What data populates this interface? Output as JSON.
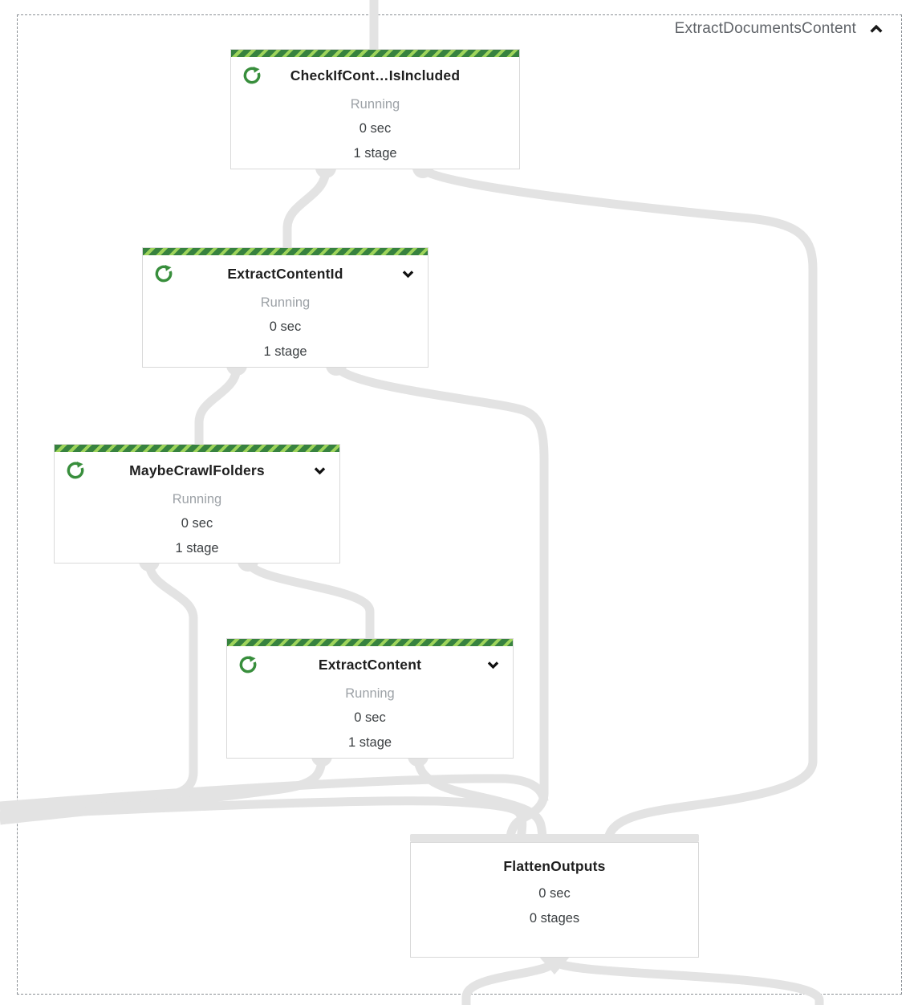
{
  "group": {
    "label": "ExtractDocumentsContent",
    "collapse_icon": "chevron-up-icon"
  },
  "palette": {
    "stripe_dark": "#37823f",
    "stripe_light": "#9ed45b",
    "spinner_green": "#388e3c",
    "edge_gray": "#e3e3e3",
    "node_border": "#d9d9d9",
    "status_gray": "#9da2a7",
    "text_dark": "#3b3f42",
    "title_black": "#1f1f1f",
    "header_gray": "#5f6368",
    "dashed_border": "#8a8f94"
  },
  "nodes": [
    {
      "title": "CheckIfCont…IsIncluded",
      "status": "Running",
      "duration": "0 sec",
      "stages": "1 stage"
    },
    {
      "title": "ExtractContentId",
      "status": "Running",
      "duration": "0 sec",
      "stages": "1 stage"
    },
    {
      "title": "MaybeCrawlFolders",
      "status": "Running",
      "duration": "0 sec",
      "stages": "1 stage"
    },
    {
      "title": "ExtractContent",
      "status": "Running",
      "duration": "0 sec",
      "stages": "1 stage"
    },
    {
      "title": "FlattenOutputs",
      "duration": "0 sec",
      "stages": "0 stages"
    }
  ]
}
